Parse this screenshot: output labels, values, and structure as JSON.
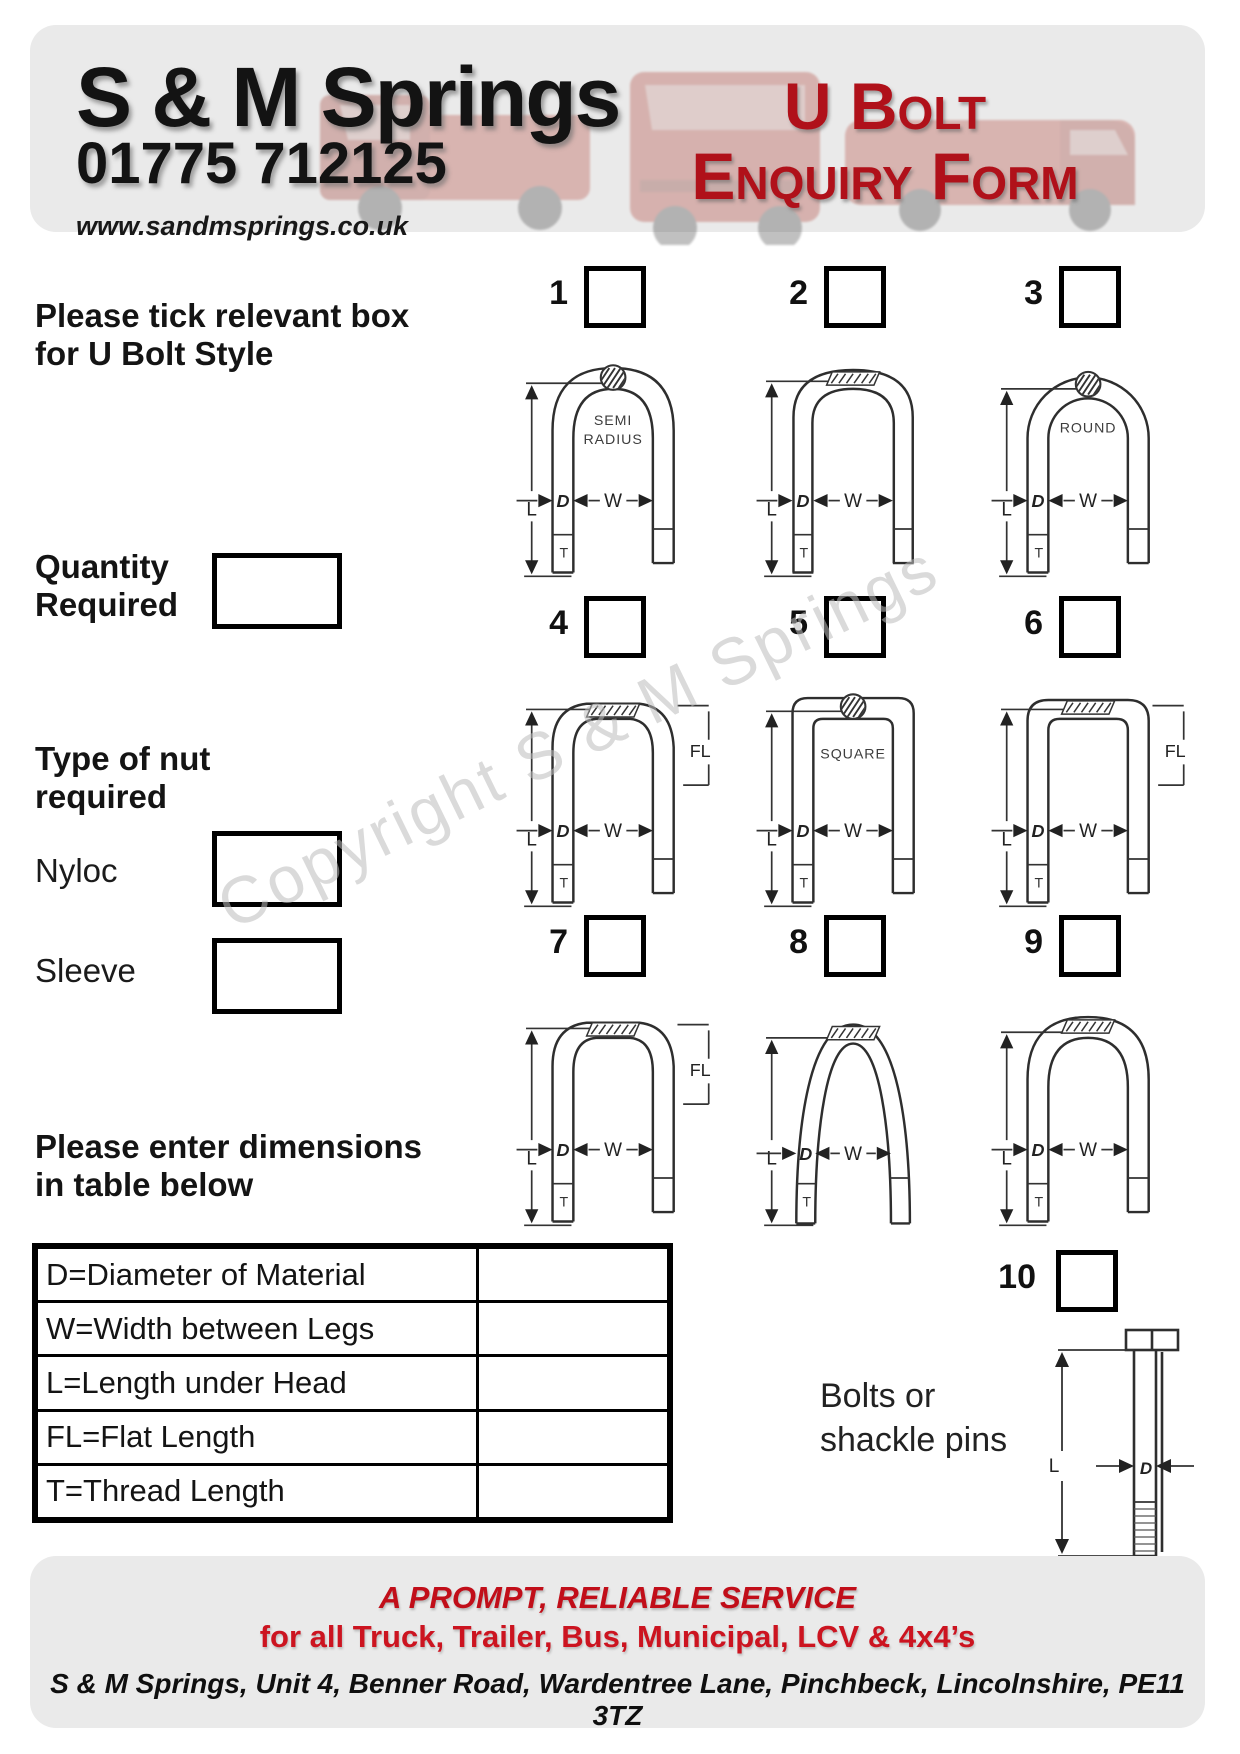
{
  "header": {
    "company": "S & M Springs",
    "phone": "01775 712125",
    "website": "www.sandmsprings.co.uk",
    "title_line1": "U Bolt",
    "title_line2": "Enquiry Form"
  },
  "left_panel": {
    "tick_line1": "Please tick relevant box",
    "tick_line2": "for U Bolt Style",
    "quantity_line1": "Quantity",
    "quantity_line2": "Required",
    "nut_title_line1": "Type of nut",
    "nut_title_line2": "required",
    "nut_options": [
      {
        "label": "Nyloc"
      },
      {
        "label": "Sleeve"
      }
    ],
    "dims_line1": "Please enter dimensions",
    "dims_line2": "in table below"
  },
  "dim_labels": {
    "length": "L",
    "diameter": "D",
    "width": "W",
    "thread": "T",
    "flat": "FL"
  },
  "diagrams": [
    {
      "number": "1",
      "style_label": "SEMI RADIUS",
      "shape": "dome",
      "hatch": "circle",
      "has_fl": false
    },
    {
      "number": "2",
      "style_label": "",
      "shape": "dome_flat",
      "hatch": "band",
      "has_fl": false
    },
    {
      "number": "3",
      "style_label": "ROUND",
      "shape": "round",
      "hatch": "circle",
      "has_fl": false
    },
    {
      "number": "4",
      "style_label": "",
      "shape": "flat",
      "hatch": "band",
      "has_fl": true
    },
    {
      "number": "5",
      "style_label": "SQUARE",
      "shape": "square",
      "hatch": "circle",
      "has_fl": false
    },
    {
      "number": "6",
      "style_label": "",
      "shape": "square_flat",
      "hatch": "band",
      "has_fl": true
    },
    {
      "number": "7",
      "style_label": "",
      "shape": "flat",
      "hatch": "band",
      "has_fl": true
    },
    {
      "number": "8",
      "style_label": "",
      "shape": "arch",
      "hatch": "band",
      "has_fl": false
    },
    {
      "number": "9",
      "style_label": "",
      "shape": "dome",
      "hatch": "band",
      "has_fl": false
    }
  ],
  "dimension_table": {
    "rows": [
      {
        "label": "D=Diameter of Material",
        "value": ""
      },
      {
        "label": "W=Width between Legs",
        "value": ""
      },
      {
        "label": "L=Length under Head",
        "value": ""
      },
      {
        "label": "FL=Flat Length",
        "value": ""
      },
      {
        "label": "T=Thread Length",
        "value": ""
      }
    ]
  },
  "bolt_item": {
    "number": "10",
    "caption_line1": "Bolts or",
    "caption_line2": "shackle pins"
  },
  "watermark": {
    "text": "Copyright S & M Springs"
  },
  "footer": {
    "line1": "A PROMPT, RELIABLE SERVICE",
    "line2": "for all Truck, Trailer, Bus, Municipal, LCV & 4x4’s",
    "address": "S & M Springs, Unit 4, Benner Road, Wardentree Lane, Pinchbeck, Lincolnshire, PE11 3TZ"
  },
  "colors": {
    "accent_red": "#b0111a",
    "footer_red": "#c10e19",
    "panel_gray": "#eaeaea",
    "watermark_gray": "#bdbdbd"
  }
}
